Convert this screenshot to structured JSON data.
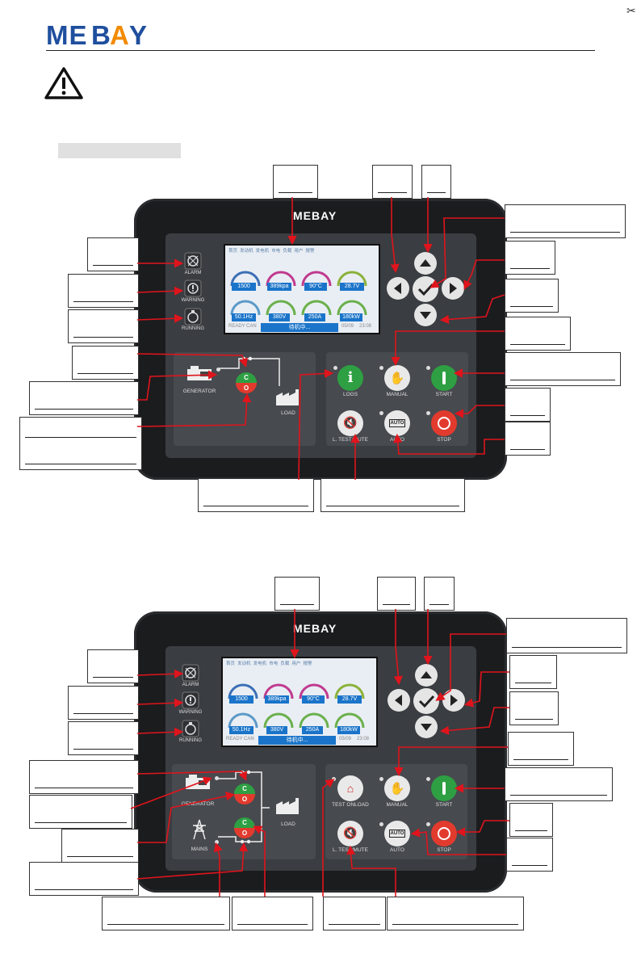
{
  "page": {
    "logo": "MEBAY",
    "section_caption": ""
  },
  "device": {
    "brand": "MEBAY",
    "indicators": [
      {
        "name": "ALARM",
        "color": "#e8e8e8"
      },
      {
        "name": "WARNING",
        "color": "#e8e8e8"
      },
      {
        "name": "RUNNING",
        "color": "#e8e8e8"
      }
    ],
    "screen": {
      "menu": [
        "首页",
        "发动机",
        "发电机",
        "市电",
        "负载",
        "用户",
        "报警"
      ],
      "gauges_top": [
        {
          "value": "1500",
          "unit": ""
        },
        {
          "value": "389",
          "unit": "kpa"
        },
        {
          "value": "90",
          "unit": "°C"
        },
        {
          "value": "28.7",
          "unit": "V"
        }
      ],
      "gauges_bottom": [
        {
          "value": "50.1",
          "unit": "Hz"
        },
        {
          "value": "380",
          "unit": "V"
        },
        {
          "value": "250",
          "unit": "A"
        },
        {
          "value": "180",
          "unit": "kW"
        }
      ],
      "footer_left": "READY",
      "footer_can": "CAN",
      "status": "待机中...",
      "date": "05/09",
      "time": "23:08"
    }
  },
  "controller_1": {
    "generator_label": "GENERATOR",
    "load_label": "LOAD",
    "breaker": {
      "close": "C",
      "open": "O"
    },
    "buttons": [
      {
        "label": "LOGS",
        "color": "#2ea043"
      },
      {
        "label": "MANUAL",
        "color": "#e9e9e9"
      },
      {
        "label": "START",
        "color": "#2ea043"
      },
      {
        "label": "L. TEST/MUTE",
        "color": "#e9e9e9"
      },
      {
        "label": "AUTO",
        "color": "#e9e9e9"
      },
      {
        "label": "STOP",
        "color": "#e23b2e"
      }
    ]
  },
  "controller_2": {
    "generator_label": "GENERATOR",
    "mains_label": "MAINS",
    "load_label": "LOAD",
    "breaker": {
      "close": "C",
      "open": "O"
    },
    "buttons": [
      {
        "label": "TEST ONLOAD",
        "color": "#e9e9e9"
      },
      {
        "label": "MANUAL",
        "color": "#e9e9e9"
      },
      {
        "label": "START",
        "color": "#2ea043"
      },
      {
        "label": "L. TEST/MUTE",
        "color": "#e9e9e9"
      },
      {
        "label": "AUTO",
        "color": "#e9e9e9"
      },
      {
        "label": "STOP",
        "color": "#e23b2e"
      }
    ]
  },
  "colors": {
    "arrow": "#e0141c",
    "accent": "#1a74c9",
    "logo_blue": "#1f4f9e",
    "logo_orange": "#f28a00"
  }
}
